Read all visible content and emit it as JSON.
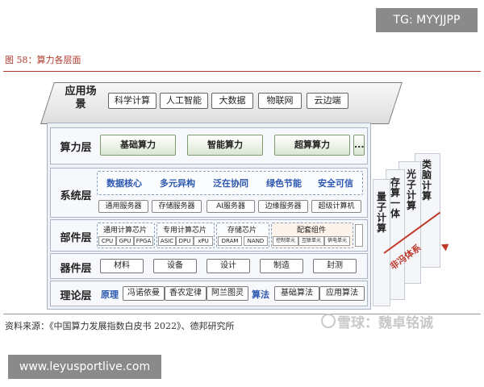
{
  "overlay": {
    "tg": "TG: MYYJJPP",
    "url": "www.leyusportlive.com"
  },
  "figure": {
    "title": "图 58：算力各层面",
    "source": "资料来源：《中国算力发展指数白皮书 2022》、德邦研究所",
    "watermark": "雪球：魏卓铭诚"
  },
  "app_scene": {
    "label": "应用场景",
    "items": [
      "科学计算",
      "人工智能",
      "大数据",
      "物联网",
      "云边端"
    ]
  },
  "compute_layer": {
    "label": "算力层",
    "items": [
      "基础算力",
      "智能算力",
      "超算算力"
    ],
    "more": "..."
  },
  "system_layer": {
    "label": "系统层",
    "features": [
      "数据核心",
      "多元异构",
      "泛在协同",
      "绿色节能",
      "安全可信"
    ],
    "servers": [
      "通用服务器",
      "存储服务器",
      "AI服务器",
      "边缘服务器",
      "超级计算机"
    ]
  },
  "component_layer": {
    "label": "部件层",
    "groups": [
      {
        "title": "通用计算芯片",
        "chips": [
          "CPU",
          "GPU",
          "FPGA"
        ]
      },
      {
        "title": "专用计算芯片",
        "chips": [
          "ASIC",
          "DPU",
          "xPU"
        ]
      },
      {
        "title": "存储芯片",
        "chips": [
          "DRAM",
          "NAND"
        ]
      },
      {
        "title": "配套组件",
        "chips": [
          "控制单元",
          "互联单元",
          "供电单元"
        ]
      }
    ]
  },
  "device_layer": {
    "label": "器件层",
    "items": [
      "材料",
      "设备",
      "设计",
      "制造",
      "封测"
    ]
  },
  "theory_layer": {
    "label": "理论层",
    "principle_label": "原理",
    "principles": [
      "冯诺依曼",
      "香农定律",
      "阿兰图灵"
    ],
    "algorithm_label": "算法",
    "algorithms": [
      "基础算法",
      "应用算法"
    ]
  },
  "future_stacks": {
    "quantum": "量子计算",
    "storage_compute": "存算一体",
    "photon": "光子计算",
    "brain_like": "类脑计算"
  },
  "arrow_label": "非冯体系",
  "colors": {
    "accent_red": "#c0392b",
    "chip_blue": "#2c57b0",
    "overlay_gray": "#8a8a8a"
  }
}
